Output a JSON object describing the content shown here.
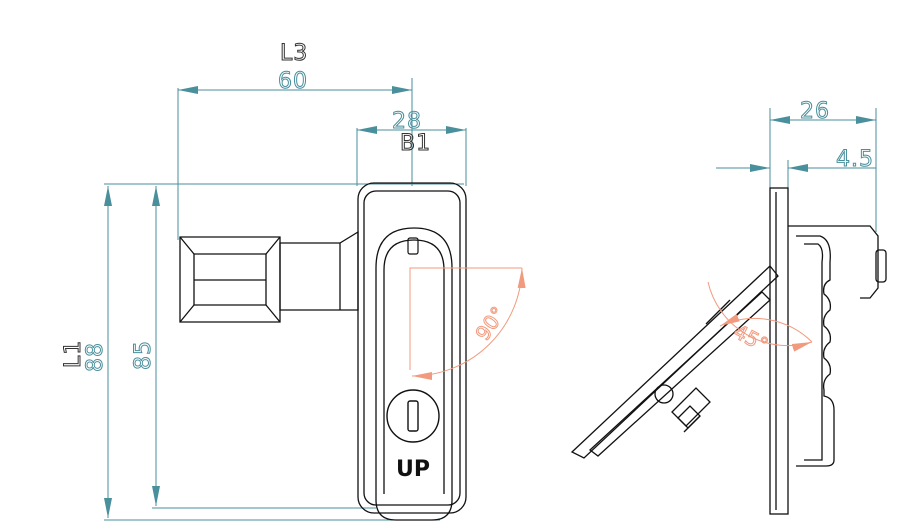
{
  "colors": {
    "dimension": "#4a8f9c",
    "angle": "#f29a7e",
    "outline": "#111111",
    "label": "#333333"
  },
  "front_view": {
    "overall_width": {
      "label": "L3",
      "value": "60"
    },
    "handle_width": {
      "label": "B1",
      "value": "28"
    },
    "overall_height": {
      "label": "L1",
      "value": "88"
    },
    "handle_height": {
      "value": "85"
    },
    "rotation_angle": {
      "value": "90°"
    },
    "embossed_text": "UP"
  },
  "side_view": {
    "depth": {
      "value": "26"
    },
    "plate_thickness": {
      "value": "4.5"
    },
    "tilt_angle": {
      "value": "45°"
    }
  }
}
